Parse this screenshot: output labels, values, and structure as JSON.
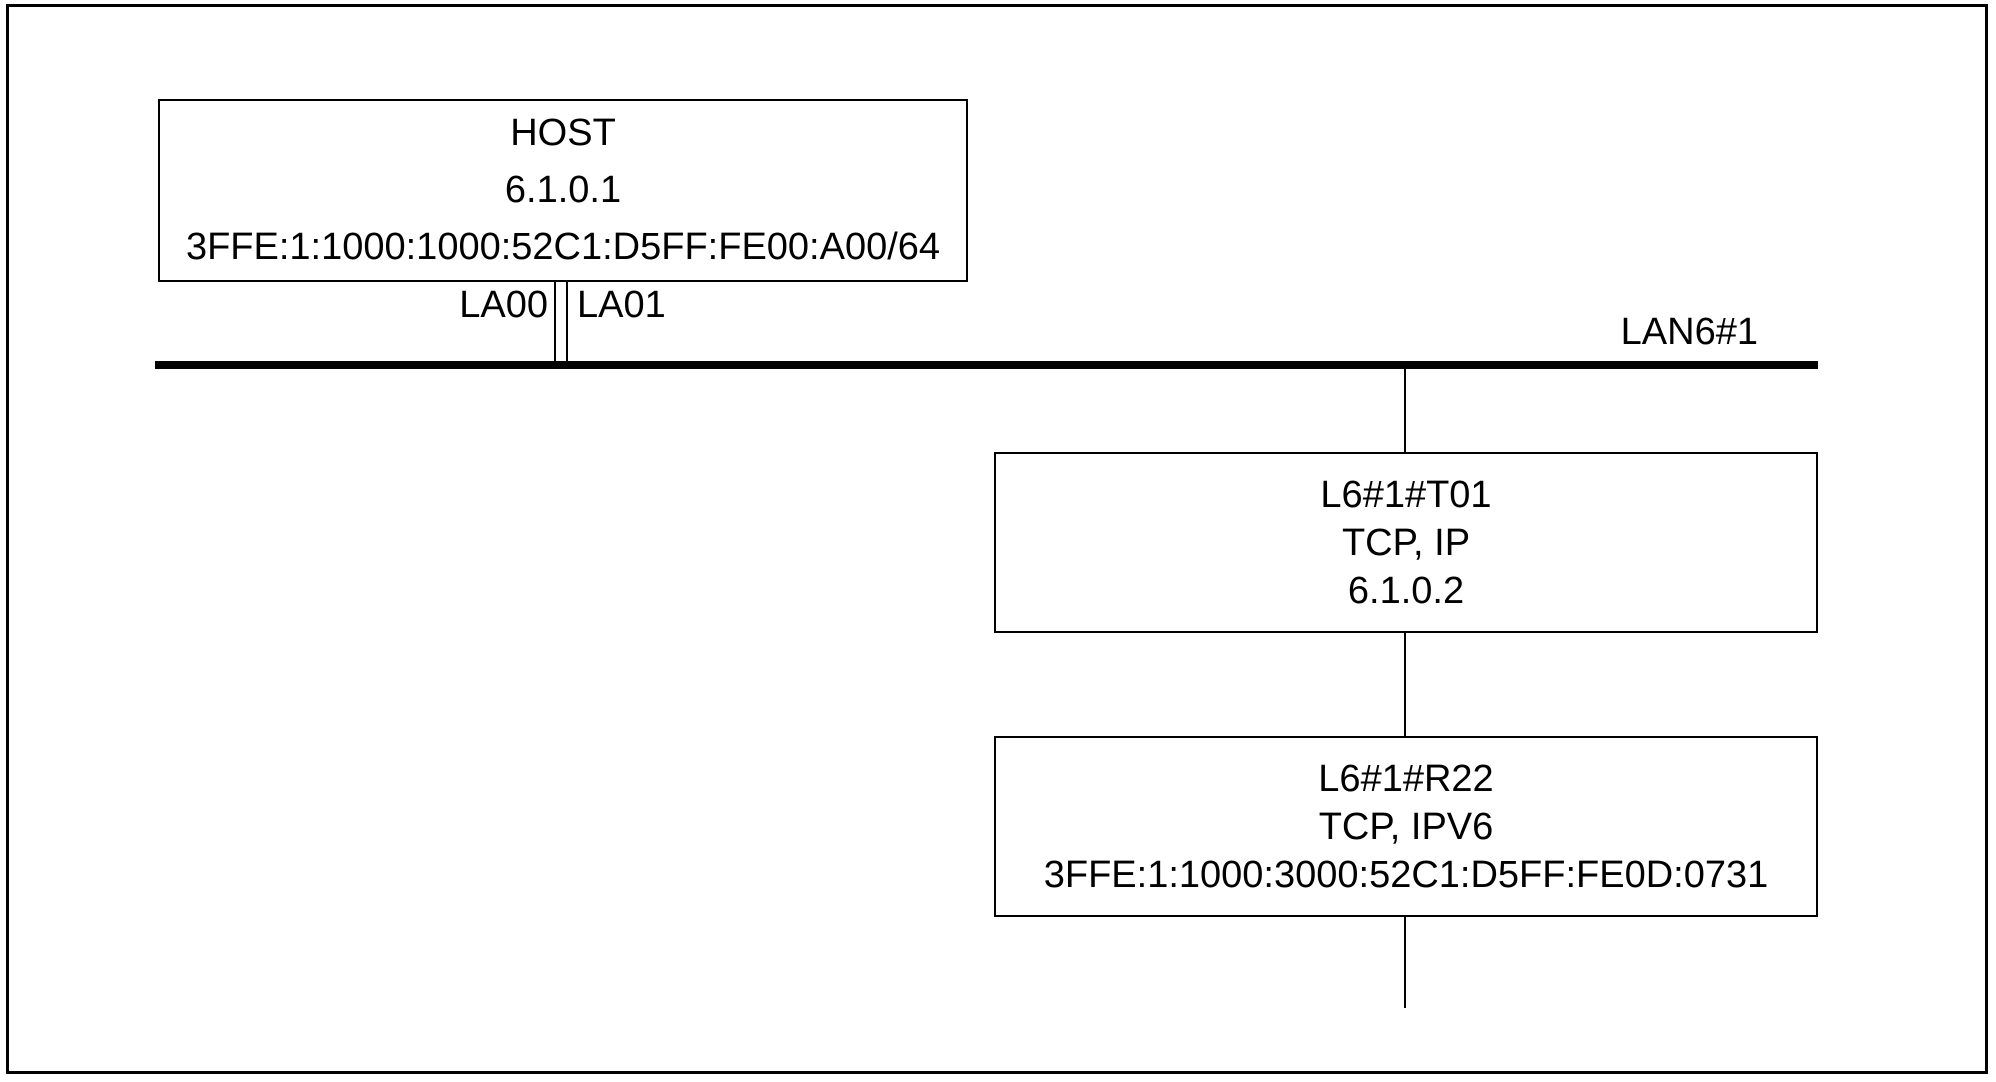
{
  "nodes": {
    "host": {
      "name": "HOST",
      "ipv4": "6.1.0.1",
      "ipv6": "3FFE:1:1000:1000:52C1:D5FF:FE00:A00/64",
      "ports": [
        "LA00",
        "LA01"
      ]
    },
    "t01": {
      "name": "L6#1#T01",
      "protocols": "TCP, IP",
      "address": "6.1.0.2"
    },
    "r22": {
      "name": "L6#1#R22",
      "protocols": "TCP, IPV6",
      "address": "3FFE:1:1000:3000:52C1:D5FF:FE0D:0731"
    }
  },
  "lan": {
    "name": "LAN6#1"
  },
  "colors": {
    "line": "#000000",
    "text": "#000000",
    "background": "#ffffff"
  }
}
